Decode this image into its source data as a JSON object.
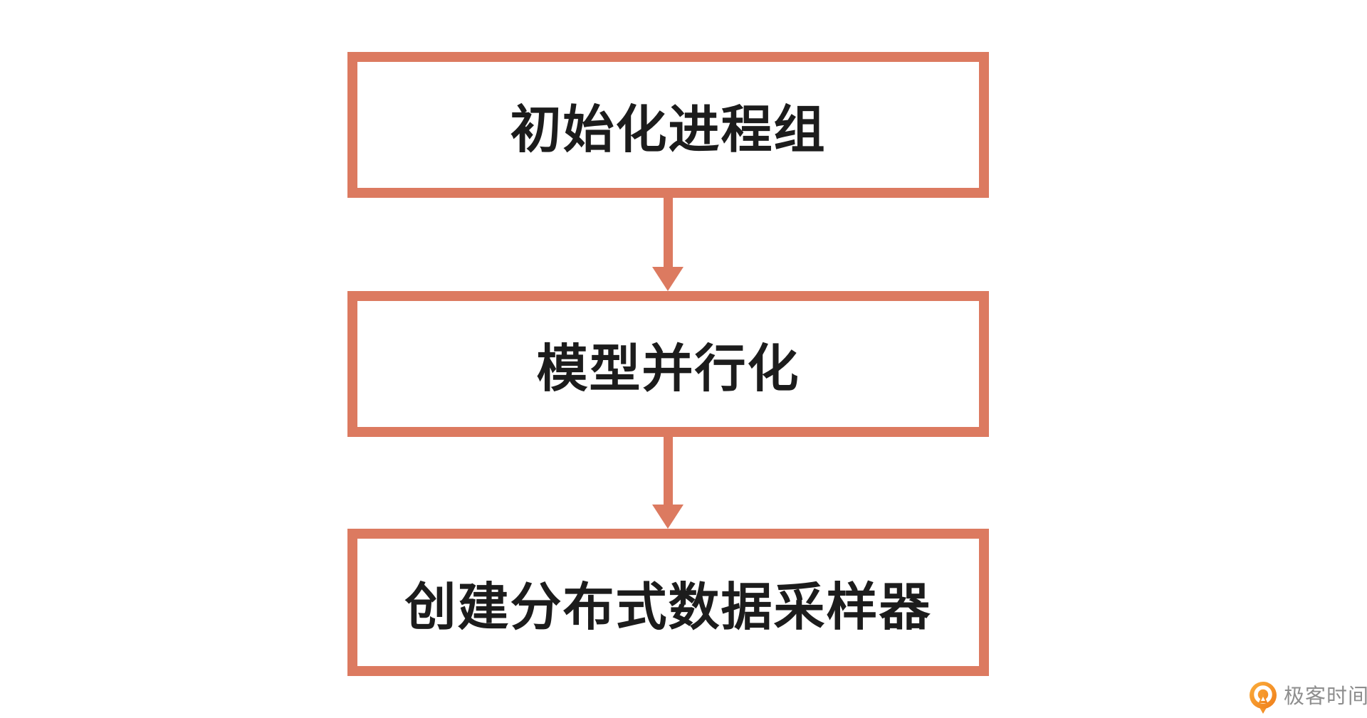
{
  "colors": {
    "accent": "#DC7A60",
    "text": "#1C1C1C",
    "background": "#FFFFFF",
    "logo_text_color": "#8E8E8E",
    "logo_orange_start": "#FBAE3C",
    "logo_orange_end": "#EF7D1A"
  },
  "flowchart": {
    "steps": [
      {
        "label": "初始化进程组"
      },
      {
        "label": "模型并行化"
      },
      {
        "label": "创建分布式数据采样器"
      }
    ]
  },
  "branding": {
    "logo_text": "极客时间"
  }
}
